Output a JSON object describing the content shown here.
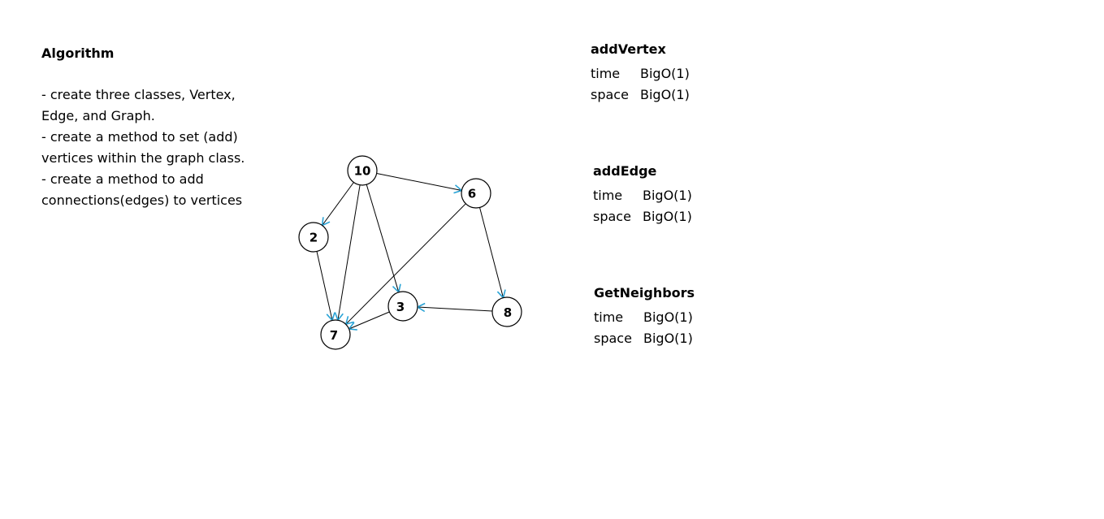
{
  "algorithm": {
    "title": "Algorithm",
    "lines": [
      "- create three classes, Vertex,",
      "Edge, and Graph.",
      "- create a method to set (add)",
      "vertices within the graph class.",
      "- create a method to add",
      "connections(edges) to vertices"
    ]
  },
  "graph": {
    "nodes": [
      {
        "id": "n10",
        "label": "10"
      },
      {
        "id": "n6",
        "label": "6"
      },
      {
        "id": "n2",
        "label": "2"
      },
      {
        "id": "n3",
        "label": "3"
      },
      {
        "id": "n8",
        "label": "8"
      },
      {
        "id": "n7",
        "label": "7"
      }
    ],
    "edges": [
      {
        "from": "n10",
        "to": "n6"
      },
      {
        "from": "n10",
        "to": "n2"
      },
      {
        "from": "n10",
        "to": "n7"
      },
      {
        "from": "n10",
        "to": "n3"
      },
      {
        "from": "n6",
        "to": "n7"
      },
      {
        "from": "n6",
        "to": "n8"
      },
      {
        "from": "n2",
        "to": "n7"
      },
      {
        "from": "n8",
        "to": "n3"
      },
      {
        "from": "n3",
        "to": "n7"
      }
    ],
    "arrow_color": "#29a3d6",
    "line_color": "#000000"
  },
  "complexity": {
    "addVertex": {
      "title": "addVertex",
      "time_label": "time",
      "time_value": "BigO(1)",
      "space_label": "space",
      "space_value": "BigO(1)"
    },
    "addEdge": {
      "title": "addEdge",
      "time_label": "time",
      "time_value": "BigO(1)",
      "space_label": "space",
      "space_value": "BigO(1)"
    },
    "getNeighbors": {
      "title": "GetNeighbors",
      "time_label": "time",
      "time_value": "BigO(1)",
      "space_label": "space",
      "space_value": "BigO(1)"
    }
  }
}
